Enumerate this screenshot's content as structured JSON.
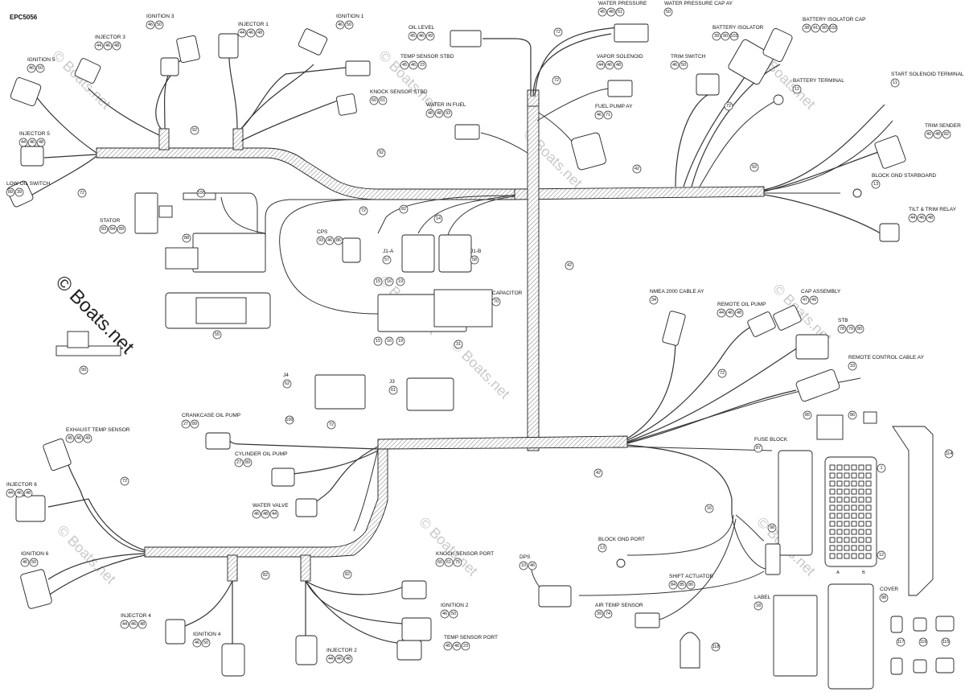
{
  "diagram_code": "EPC5056",
  "watermark_text": "© Boats.net",
  "watermark_primary": "© Boats.net",
  "colors": {
    "ink": "#222222",
    "watermark": "#c9c9c9"
  },
  "callouts": [
    {
      "id": "ign3",
      "label": "IGNITION 3",
      "nums": [
        "46",
        "50"
      ]
    },
    {
      "id": "inj1",
      "label": "INJECTOR 1",
      "nums": [
        "44",
        "46",
        "48"
      ]
    },
    {
      "id": "ign1",
      "label": "IGNITION 1",
      "nums": [
        "46",
        "50"
      ]
    },
    {
      "id": "inj3",
      "label": "INJECTOR 3",
      "nums": [
        "44",
        "46",
        "48"
      ]
    },
    {
      "id": "ign5",
      "label": "IGNITION 5",
      "nums": [
        "46",
        "50"
      ]
    },
    {
      "id": "inj5",
      "label": "INJECTOR 5",
      "nums": [
        "44",
        "46",
        "48"
      ]
    },
    {
      "id": "lowoil",
      "label": "LOW OIL SWITCH",
      "nums": [
        "89",
        "39"
      ]
    },
    {
      "id": "oillevel",
      "label": "OIL LEVEL",
      "nums": [
        "45",
        "46",
        "49"
      ]
    },
    {
      "id": "tempstbd",
      "label": "TEMP SENSOR STBD",
      "nums": [
        "45",
        "46",
        "23"
      ]
    },
    {
      "id": "knockstbd",
      "label": "KNOCK SENSOR STBD",
      "nums": [
        "60",
        "61"
      ]
    },
    {
      "id": "waterfuel",
      "label": "WATER IN FUEL",
      "nums": [
        "48",
        "48",
        "93"
      ]
    },
    {
      "id": "waterp",
      "label": "WATER PRESSURE",
      "nums": [
        "45",
        "48",
        "51"
      ]
    },
    {
      "id": "waterpcap",
      "label": "WATER PRESSURE CAP AY",
      "nums": [
        "50"
      ]
    },
    {
      "id": "vapor",
      "label": "VAPOR SOLENOID",
      "nums": [
        "44",
        "46",
        "48"
      ]
    },
    {
      "id": "fuelpump",
      "label": "FUEL PUMP AY",
      "nums": [
        "46",
        "71"
      ]
    },
    {
      "id": "trimsw",
      "label": "TRIM SWITCH",
      "nums": [
        "46",
        "50"
      ]
    },
    {
      "id": "battiso",
      "label": "BATTERY ISOLATOR",
      "nums": [
        "39",
        "90",
        "103"
      ]
    },
    {
      "id": "battisocap",
      "label": "BATTERY ISOLATOR CAP",
      "nums": [
        "38",
        "41",
        "90",
        "102"
      ]
    },
    {
      "id": "battterm",
      "label": "BATTERY TERMINAL",
      "nums": [
        "12"
      ]
    },
    {
      "id": "startsol",
      "label": "START SOLENOID TERMINAL",
      "nums": [
        "11"
      ]
    },
    {
      "id": "trimsender",
      "label": "TRIM SENDER",
      "nums": [
        "40",
        "48",
        "82"
      ]
    },
    {
      "id": "blockgnd",
      "label": "BLOCK GND STARBOARD",
      "nums": [
        "13"
      ]
    },
    {
      "id": "tilttrim",
      "label": "TILT & TRIM RELAY",
      "nums": [
        "44",
        "46",
        "48"
      ]
    },
    {
      "id": "stator",
      "label": "STATOR",
      "nums": [
        "83",
        "84",
        "89"
      ]
    },
    {
      "id": "cps",
      "label": "CPS",
      "nums": [
        "93",
        "46",
        "86"
      ]
    },
    {
      "id": "j1a",
      "label": "J1-A",
      "nums": [
        "57"
      ]
    },
    {
      "id": "j1b",
      "label": "J1-B",
      "nums": [
        "58"
      ]
    },
    {
      "id": "capacitor",
      "label": "CAPACITOR",
      "nums": [
        "70"
      ]
    },
    {
      "id": "nmea",
      "label": "NMEA 2000 CABLE AY",
      "nums": [
        "34"
      ]
    },
    {
      "id": "remoteoil",
      "label": "REMOTE OIL PUMP",
      "nums": [
        "44",
        "46",
        "48"
      ]
    },
    {
      "id": "capassy",
      "label": "CAP ASSEMBLY",
      "nums": [
        "47",
        "49"
      ]
    },
    {
      "id": "stb",
      "label": "STB",
      "nums": [
        "78",
        "79",
        "80"
      ]
    },
    {
      "id": "remotecable",
      "label": "REMOTE CONTROL CABLE AY",
      "nums": [
        "33"
      ]
    },
    {
      "id": "j4",
      "label": "J4",
      "nums": [
        "62"
      ]
    },
    {
      "id": "j3",
      "label": "J3",
      "nums": [
        "61"
      ]
    },
    {
      "id": "crankoil",
      "label": "CRANKCASE OIL PUMP",
      "nums": [
        "27",
        "89"
      ]
    },
    {
      "id": "cyloil",
      "label": "CYLINDER OIL PUMP",
      "nums": [
        "27",
        "89"
      ]
    },
    {
      "id": "exhtemp",
      "label": "EXHAUST TEMP SENSOR",
      "nums": [
        "45",
        "46",
        "49"
      ]
    },
    {
      "id": "inj6",
      "label": "INJECTOR 6",
      "nums": [
        "44",
        "46",
        "48"
      ]
    },
    {
      "id": "ign6",
      "label": "IGNITION 6",
      "nums": [
        "46",
        "50"
      ]
    },
    {
      "id": "watervalve",
      "label": "WATER VALVE",
      "nums": [
        "46",
        "48",
        "44"
      ]
    },
    {
      "id": "knockport",
      "label": "KNOCK SENSOR PORT",
      "nums": [
        "60",
        "61",
        "75"
      ]
    },
    {
      "id": "ign2",
      "label": "IGNITION 2",
      "nums": [
        "46",
        "50"
      ]
    },
    {
      "id": "tempport",
      "label": "TEMP SENSOR PORT",
      "nums": [
        "45",
        "46",
        "23"
      ]
    },
    {
      "id": "inj4",
      "label": "INJECTOR 4",
      "nums": [
        "44",
        "46",
        "48"
      ]
    },
    {
      "id": "ign4",
      "label": "IGNITION 4",
      "nums": [
        "46",
        "50"
      ]
    },
    {
      "id": "inj2",
      "label": "INJECTOR 2",
      "nums": [
        "44",
        "46",
        "48"
      ]
    },
    {
      "id": "dps",
      "label": "DPS",
      "nums": [
        "10",
        "46"
      ]
    },
    {
      "id": "airtemp",
      "label": "AIR TEMP SENSOR",
      "nums": [
        "39",
        "74"
      ]
    },
    {
      "id": "blockgndport",
      "label": "BLOCK GND PORT",
      "nums": [
        "13"
      ]
    },
    {
      "id": "shiftact",
      "label": "SHIFT ACTUATOR",
      "nums": [
        "84",
        "85",
        "86"
      ]
    },
    {
      "id": "fuseblock",
      "label": "FUSE BLOCK",
      "nums": [
        "87"
      ]
    },
    {
      "id": "label",
      "label": "LABEL",
      "nums": [
        "18"
      ]
    },
    {
      "id": "cover",
      "label": "COVER",
      "nums": [
        "88"
      ]
    }
  ],
  "refs": [
    "72",
    "92",
    "92",
    "72",
    "72",
    "72",
    "42",
    "92",
    "100",
    "72",
    "14",
    "42",
    "16",
    "42",
    "72",
    "82",
    "88",
    "55",
    "99",
    "31",
    "100",
    "72",
    "72",
    "82",
    "82",
    "85",
    "86",
    "114",
    "117",
    "116",
    "115",
    "118",
    "98",
    "1",
    "12",
    "A",
    "B",
    "15",
    "16",
    "19",
    "15",
    "16",
    "19"
  ],
  "fuse_block_rows": [
    "1",
    "12"
  ],
  "fuse_block_cols": [
    "A",
    "B"
  ]
}
